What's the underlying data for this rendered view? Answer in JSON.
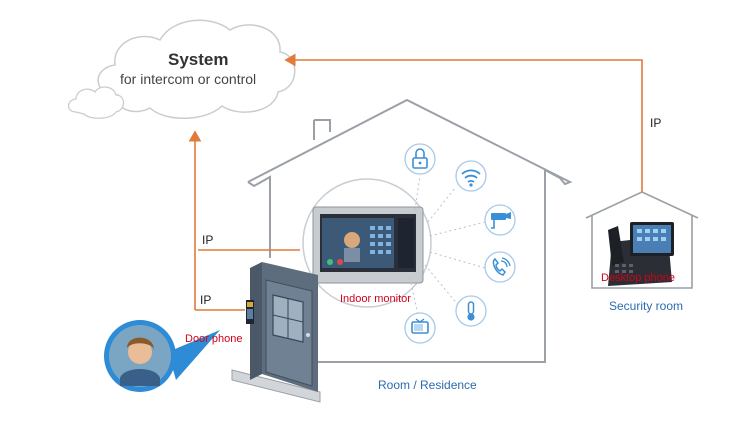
{
  "cloud": {
    "title": "System",
    "subtitle": "for intercom or control"
  },
  "connections": {
    "ip_top_right": "IP",
    "ip_monitor": "IP",
    "ip_door": "IP"
  },
  "devices": {
    "indoor_monitor": "Indoor monitor",
    "door_phone": "Door phone",
    "desktop_phone": "Desktop phone"
  },
  "locations": {
    "residence": "Room / Residence",
    "security_room": "Security room"
  },
  "feature_icons": [
    "lock-icon",
    "wifi-icon",
    "camera-icon",
    "phone-icon",
    "thermometer-icon",
    "tv-icon"
  ],
  "colors": {
    "connection_line": "#e07b39",
    "outline": "#9aa0a6",
    "icon_blue": "#3a8fd6",
    "label_red": "#d0021b",
    "label_blue": "#2b6cb0"
  }
}
